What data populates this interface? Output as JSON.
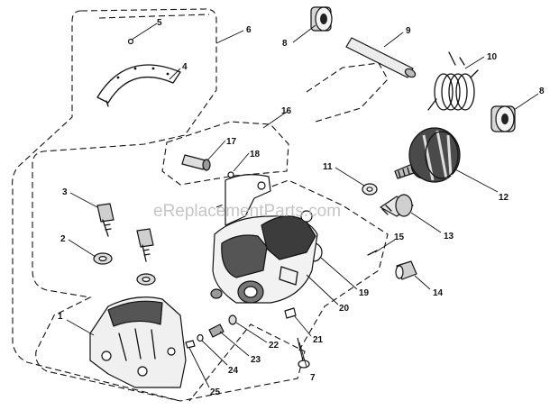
{
  "watermark": "eReplacementParts.com",
  "callouts": {
    "c1": "1",
    "c2": "2",
    "c3": "3",
    "c4": "4",
    "c5": "5",
    "c6": "6",
    "c7": "7",
    "c8a": "8",
    "c8b": "8",
    "c9": "9",
    "c10": "10",
    "c11": "11",
    "c12": "12",
    "c13": "13",
    "c14": "14",
    "c15": "15",
    "c16": "16",
    "c17": "17",
    "c18": "18",
    "c19": "19",
    "c20": "20",
    "c21": "21",
    "c22": "22",
    "c23": "23",
    "c24": "24",
    "c25": "25"
  }
}
